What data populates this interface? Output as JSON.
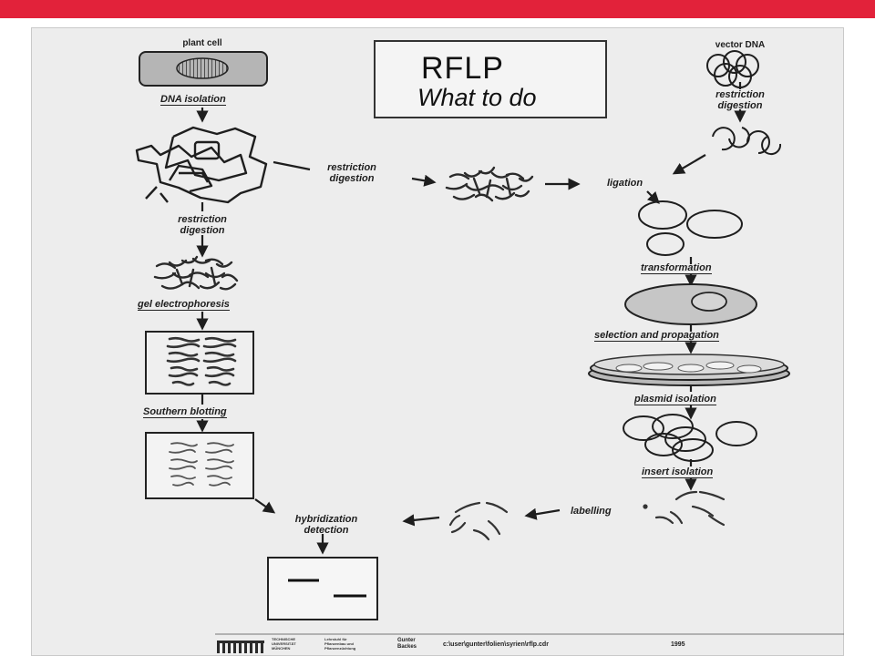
{
  "colors": {
    "top_bar": "#e2223a",
    "scan_background": "#ededed",
    "ink": "#1e1e1e"
  },
  "title": {
    "line1": "RFLP",
    "line2": "What to do"
  },
  "left_column": {
    "plant_cell": "plant cell",
    "dna_isolation": "DNA isolation",
    "restriction_digestion": "restriction\ndigestion",
    "gel_electrophoresis": "gel electrophoresis",
    "southern_blotting": "Southern blotting"
  },
  "middle": {
    "restriction_digestion": "restriction\ndigestion",
    "hybridization_detection": "hybridization\ndetection",
    "labelling": "labelling"
  },
  "right_column": {
    "vector_dna": "vector DNA",
    "restriction_digestion": "restriction\ndigestion",
    "ligation": "ligation",
    "transformation": "transformation",
    "selection_and_propagation": "selection and propagation",
    "plasmid_isolation": "plasmid isolation",
    "insert_isolation": "insert isolation"
  },
  "footer": {
    "logo": "TUM",
    "university": "TECHNISCHE\nUNIVERSITÄT\nMÜNCHEN",
    "chair": "Lehrstuhl für\nPflanzenbau und\nPflanzenzüchtung",
    "author": "Gunter\nBackes",
    "path": "c:\\user\\gunter\\folien\\syrien\\rflp.cdr",
    "year": "1995"
  }
}
